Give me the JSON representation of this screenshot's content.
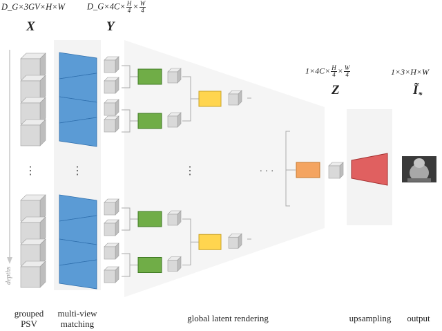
{
  "dims": {
    "x_shape": "D_G×3GV×H×W",
    "y_shape_prefix": "D_G×4C×",
    "y_frac_h_num": "H",
    "y_frac_h_den": "4",
    "y_frac_w_num": "W",
    "y_frac_w_den": "4",
    "z_shape_prefix": "1×4C×",
    "z_frac_h_num": "H",
    "z_frac_h_den": "4",
    "z_frac_w_num": "W",
    "z_frac_w_den": "4",
    "out_shape": "1×3×H×W"
  },
  "symbols": {
    "x": "X",
    "y": "Y",
    "z": "Z",
    "out": "Ĩ",
    "out_sub": "*"
  },
  "axis_label": "depths",
  "ellipsis": {
    "vertical": "⋮",
    "horizontal": "· · ·"
  },
  "stage_labels": {
    "grouped_psv": [
      "grouped",
      "PSV"
    ],
    "multi_view": [
      "multi-view",
      "matching"
    ],
    "global_latent": "global latent rendering",
    "upsampling": "upsampling",
    "output": "output"
  },
  "colors": {
    "cube_face": "#d9d9d9",
    "cube_top": "#ececec",
    "cube_side": "#bdbdbd",
    "cube_edge": "#9e9e9e",
    "blue": "#5b9bd5",
    "blue_edge": "#2f6fad",
    "green": "#70ad47",
    "green_edge": "#3f7a24",
    "yellow": "#ffd54f",
    "yellow_edge": "#c9a227",
    "orange": "#f4a460",
    "orange_edge": "#c77a30",
    "red": "#e06060",
    "red_edge": "#a33030",
    "panel": "#f2f2f2",
    "bracket": "#aaaaaa",
    "arrow": "#c8c8c8"
  }
}
